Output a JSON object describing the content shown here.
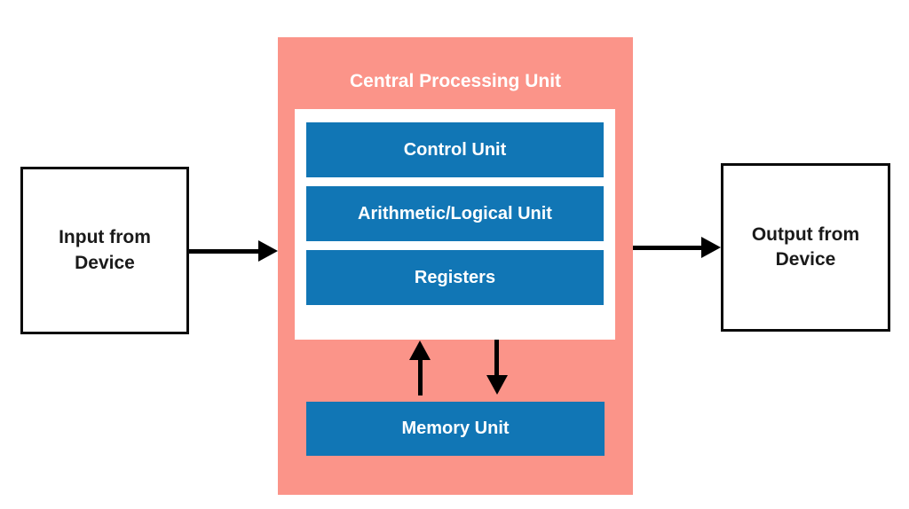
{
  "diagram": {
    "title": "Central Processing Unit",
    "cpu_components": [
      {
        "label": "Control Unit"
      },
      {
        "label": "Arithmetic/Logical Unit"
      },
      {
        "label": "Registers"
      }
    ],
    "memory": {
      "label": "Memory Unit"
    },
    "input": {
      "label": "Input from\nDevice"
    },
    "output": {
      "label": "Output from\nDevice"
    },
    "connections": [
      {
        "from": "input-device",
        "to": "cpu",
        "direction": "right"
      },
      {
        "from": "cpu",
        "to": "output-device",
        "direction": "right"
      },
      {
        "from": "memory-unit",
        "to": "cpu-inner",
        "direction": "up"
      },
      {
        "from": "cpu-inner",
        "to": "memory-unit",
        "direction": "down"
      }
    ],
    "colors": {
      "cpu_background": "#FB9489",
      "component_blue": "#1176B5",
      "arrow_black": "#000000",
      "label_white": "#FFFFFF",
      "label_black": "#1A1A1A"
    }
  }
}
